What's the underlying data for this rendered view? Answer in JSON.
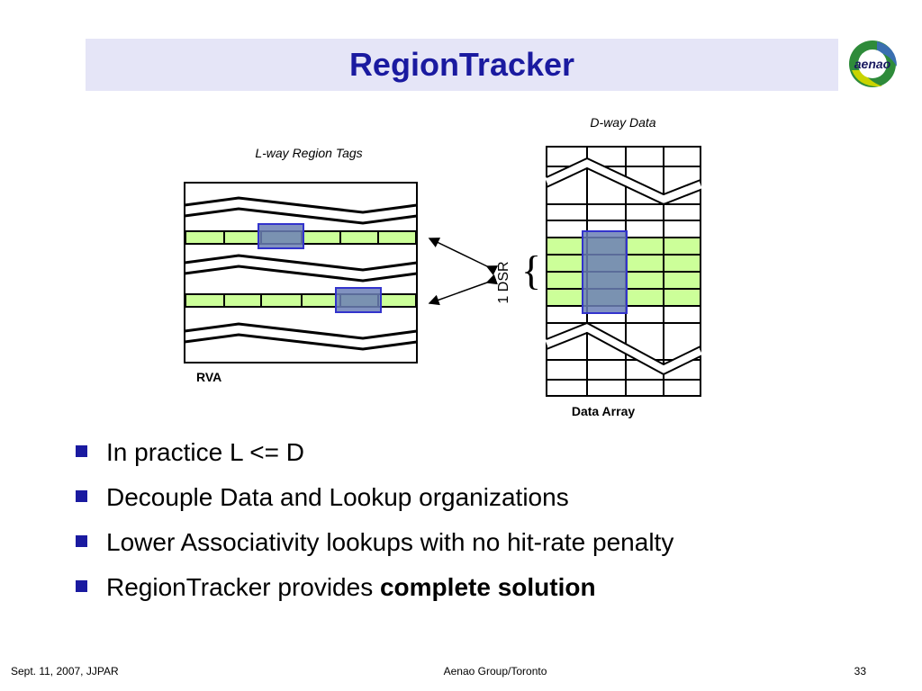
{
  "slide": {
    "title": "RegionTracker",
    "logo_text": "aenao"
  },
  "diagram": {
    "left_caption": "L-way Region Tags",
    "left_label": "RVA",
    "right_caption": "D-way Data",
    "right_label": "Data Array",
    "dsr_label": "1 DSR",
    "brace": "{"
  },
  "bullets": [
    {
      "text": "In practice L <= D"
    },
    {
      "text": "Decouple Data and Lookup organizations"
    },
    {
      "text": "Lower Associativity lookups with no hit-rate penalty"
    },
    {
      "text": "RegionTracker provides ",
      "bold": "complete solution"
    }
  ],
  "footer": {
    "left": "Sept. 11, 2007, JJPAR",
    "center": "Aenao Group/Toronto",
    "page": "33"
  },
  "colors": {
    "title": "#1a1aa0",
    "title_bg": "#e5e5f7",
    "row_highlight": "#ccff99",
    "selection_fill": "#6b7fb5",
    "selection_border": "#3333cc",
    "bullet": "#1a1aa0"
  }
}
